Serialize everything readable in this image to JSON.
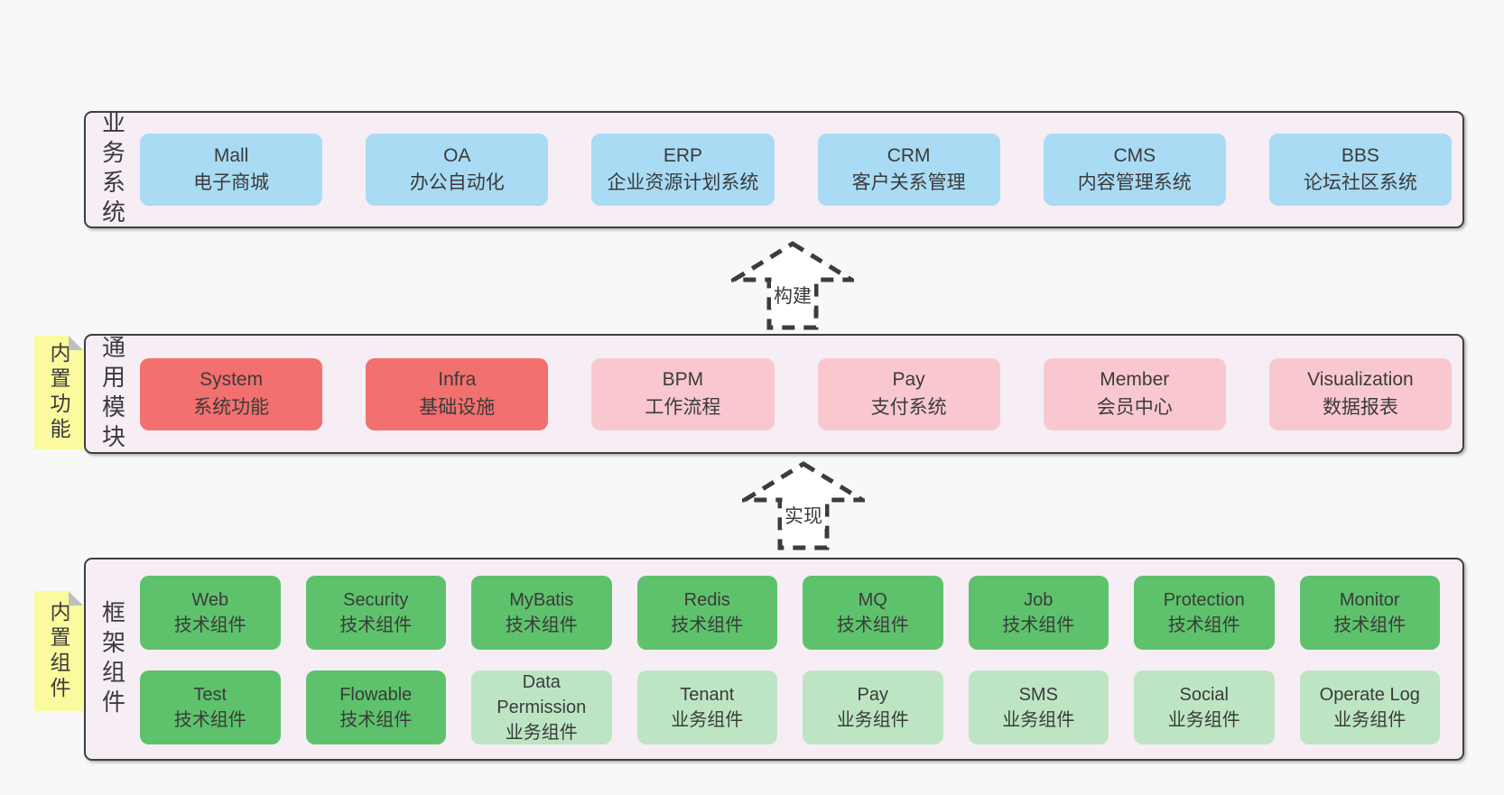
{
  "colors": {
    "page_bg": "#f8f8f8",
    "band_bg": "#f6edf5",
    "band_border": "#3f3f3f",
    "blue": "#a9dbf4",
    "red": "#f2706e",
    "pink": "#f9c8cf",
    "green": "#5ec26c",
    "green_light": "#bde5c3",
    "note_yellow": "#fafa9e",
    "fold_gray": "#bfbfbf",
    "text": "#3b3b3b"
  },
  "bands": [
    {
      "label": "业务系统",
      "items": [
        {
          "name": "Mall",
          "sub": "电子商城"
        },
        {
          "name": "OA",
          "sub": "办公自动化"
        },
        {
          "name": "ERP",
          "sub": "企业资源计划系统"
        },
        {
          "name": "CRM",
          "sub": "客户关系管理"
        },
        {
          "name": "CMS",
          "sub": "内容管理系统"
        },
        {
          "name": "BBS",
          "sub": "论坛社区系统"
        }
      ]
    },
    {
      "label": "通用模块",
      "note": "内置功能",
      "items": [
        {
          "name": "System",
          "sub": "系统功能"
        },
        {
          "name": "Infra",
          "sub": "基础设施"
        },
        {
          "name": "BPM",
          "sub": "工作流程"
        },
        {
          "name": "Pay",
          "sub": "支付系统"
        },
        {
          "name": "Member",
          "sub": "会员中心"
        },
        {
          "name": "Visualization",
          "sub": "数据报表"
        }
      ]
    },
    {
      "label": "框架组件",
      "note": "内置组件",
      "rows": [
        [
          {
            "name": "Web",
            "sub": "技术组件"
          },
          {
            "name": "Security",
            "sub": "技术组件"
          },
          {
            "name": "MyBatis",
            "sub": "技术组件"
          },
          {
            "name": "Redis",
            "sub": "技术组件"
          },
          {
            "name": "MQ",
            "sub": "技术组件"
          },
          {
            "name": "Job",
            "sub": "技术组件"
          },
          {
            "name": "Protection",
            "sub": "技术组件"
          },
          {
            "name": "Monitor",
            "sub": "技术组件"
          }
        ],
        [
          {
            "name": "Test",
            "sub": "技术组件"
          },
          {
            "name": "Flowable",
            "sub": "技术组件"
          },
          {
            "name": "Data Permission",
            "sub": "业务组件"
          },
          {
            "name": "Tenant",
            "sub": "业务组件"
          },
          {
            "name": "Pay",
            "sub": "业务组件"
          },
          {
            "name": "SMS",
            "sub": "业务组件"
          },
          {
            "name": "Social",
            "sub": "业务组件"
          },
          {
            "name": "Operate Log",
            "sub": "业务组件"
          }
        ]
      ]
    }
  ],
  "arrows": [
    {
      "label": "构建"
    },
    {
      "label": "实现"
    }
  ]
}
